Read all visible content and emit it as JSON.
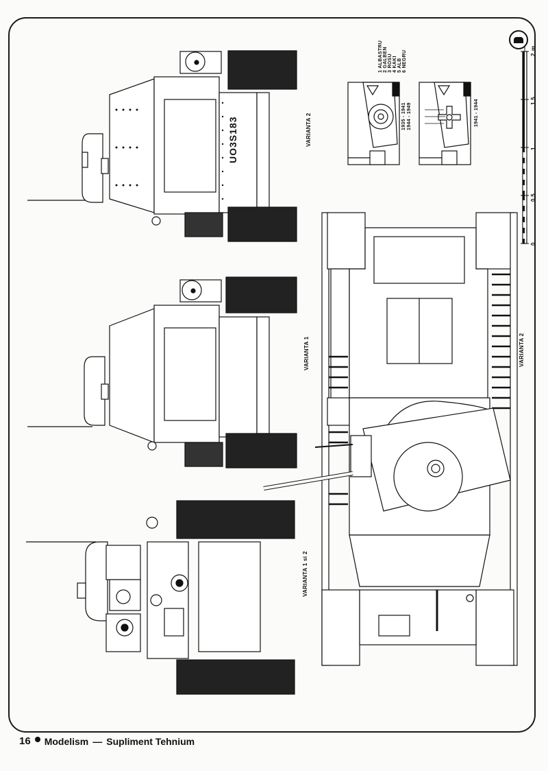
{
  "page": {
    "number": "16",
    "publication": "Modelism",
    "separator": "—",
    "supplement": "Supliment Tehnium",
    "logo": "magazine-emblem-icon"
  },
  "views": [
    {
      "id": "side-top",
      "label": "VARIANTA 2",
      "license_plate": "UO3S183"
    },
    {
      "id": "side-middle",
      "label": "VARIANTA 1"
    },
    {
      "id": "side-bottom",
      "label": "VARIANTA 1 si 2"
    },
    {
      "id": "plan-view",
      "label": "VARIANTA 2"
    }
  ],
  "scale_bar": {
    "unit": "m",
    "ticks": [
      "0",
      "0,5",
      "1",
      "1,5",
      "2"
    ]
  },
  "color_legend": {
    "items": [
      {
        "num": "1",
        "name": "ALBASTRU"
      },
      {
        "num": "2",
        "name": "GALBEN"
      },
      {
        "num": "3",
        "name": "ROSU"
      },
      {
        "num": "4",
        "name": "KAKI"
      },
      {
        "num": "5",
        "name": "ALB"
      },
      {
        "num": "6",
        "name": "NEGRU"
      }
    ]
  },
  "insignia_details": [
    {
      "period": "1935 - 1941",
      "period2": "1944 - 1949",
      "type": "roundel"
    },
    {
      "period": "1941 - 1944",
      "type": "cross"
    }
  ]
}
